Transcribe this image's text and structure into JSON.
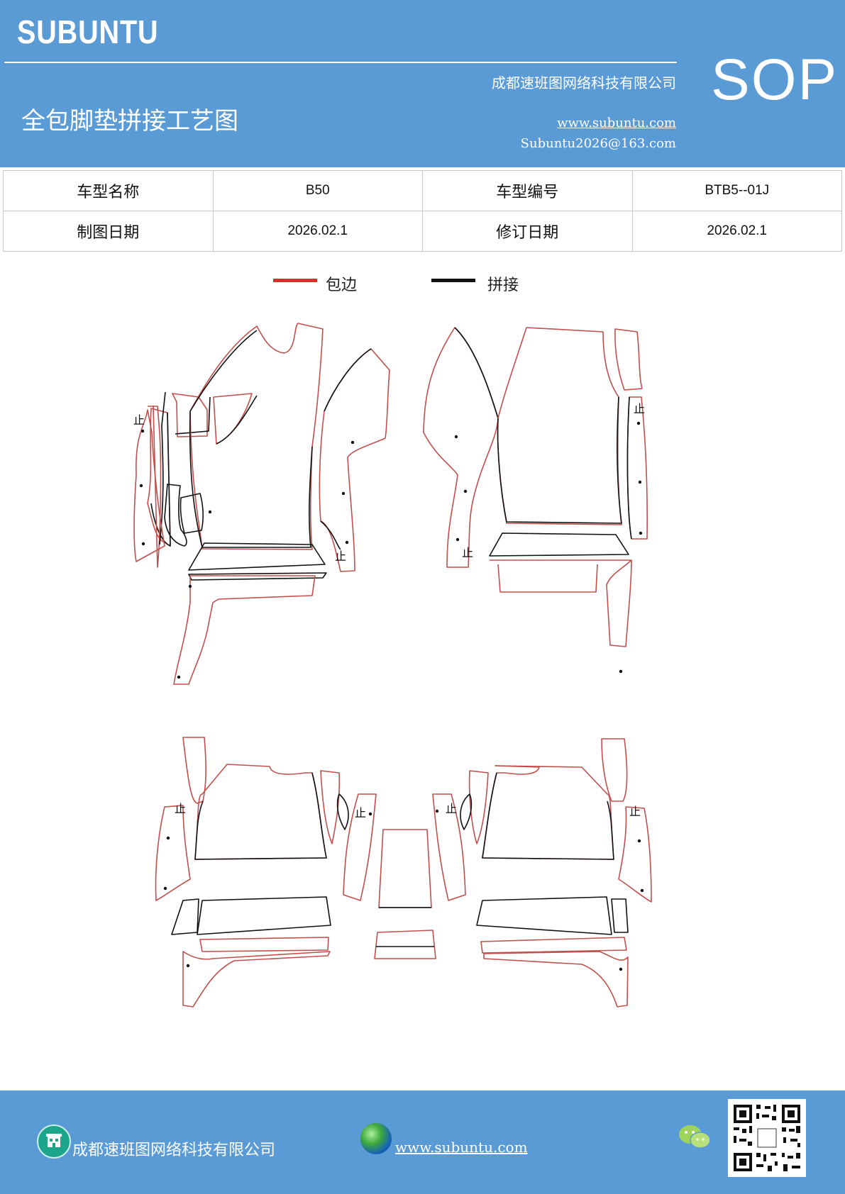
{
  "header": {
    "brand": "SUBUNTU",
    "company": "成都速班图网络科技有限公司",
    "title": "全包脚垫拼接工艺图",
    "website": "www.subuntu.com",
    "email": "Subuntu2026@163.com",
    "badge": "SOP"
  },
  "info_table": {
    "rows": [
      [
        {
          "label": "车型名称",
          "value": "B50"
        },
        {
          "label": "车型编号",
          "value": "BTB5--01J"
        }
      ],
      [
        {
          "label": "制图日期",
          "value": "2026.02.1"
        },
        {
          "label": "修订日期",
          "value": "2026.02.1"
        }
      ]
    ]
  },
  "legend": {
    "items": [
      {
        "label": "包边",
        "color": "#e8262b"
      },
      {
        "label": "拼接",
        "color": "#111111"
      }
    ]
  },
  "drawing": {
    "marker": "止",
    "seam_color": "#111111",
    "edge_color": "#c0504d"
  },
  "footer": {
    "company": "成都速班图网络科技有限公司",
    "website": "www.subuntu.com",
    "icons": [
      "building-icon",
      "globe-icon",
      "wechat-icon",
      "qr-code"
    ]
  },
  "colors": {
    "header_bg": "#5b9bd5",
    "table_border": "#c7c7c7"
  }
}
